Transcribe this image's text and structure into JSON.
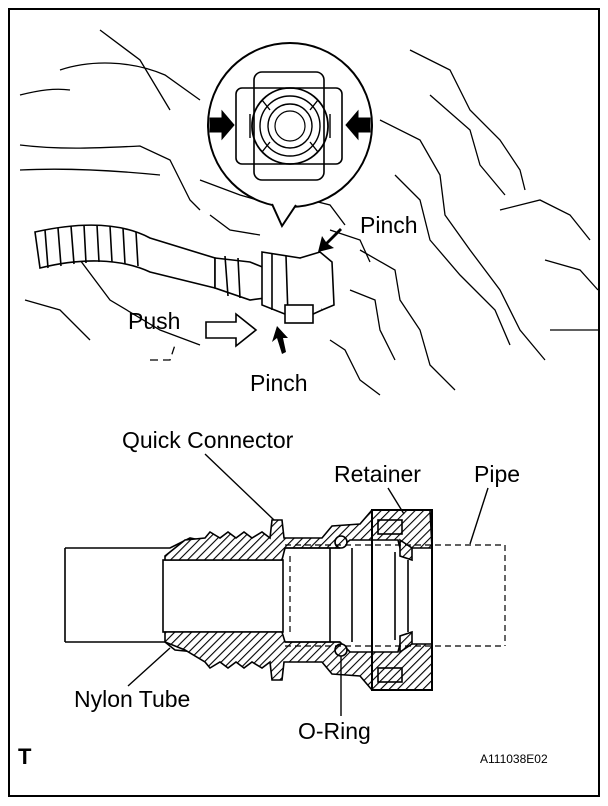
{
  "labels": {
    "pinch_top": "Pinch",
    "pinch_bottom": "Pinch",
    "push": "Push",
    "quick_connector": "Quick Connector",
    "retainer": "Retainer",
    "pipe": "Pipe",
    "nylon_tube": "Nylon Tube",
    "o_ring": "O-Ring"
  },
  "corner_marker": "T",
  "figure_code": "A111038E02",
  "colors": {
    "line": "#000000",
    "paper": "#ffffff",
    "hatch": "#000000"
  }
}
